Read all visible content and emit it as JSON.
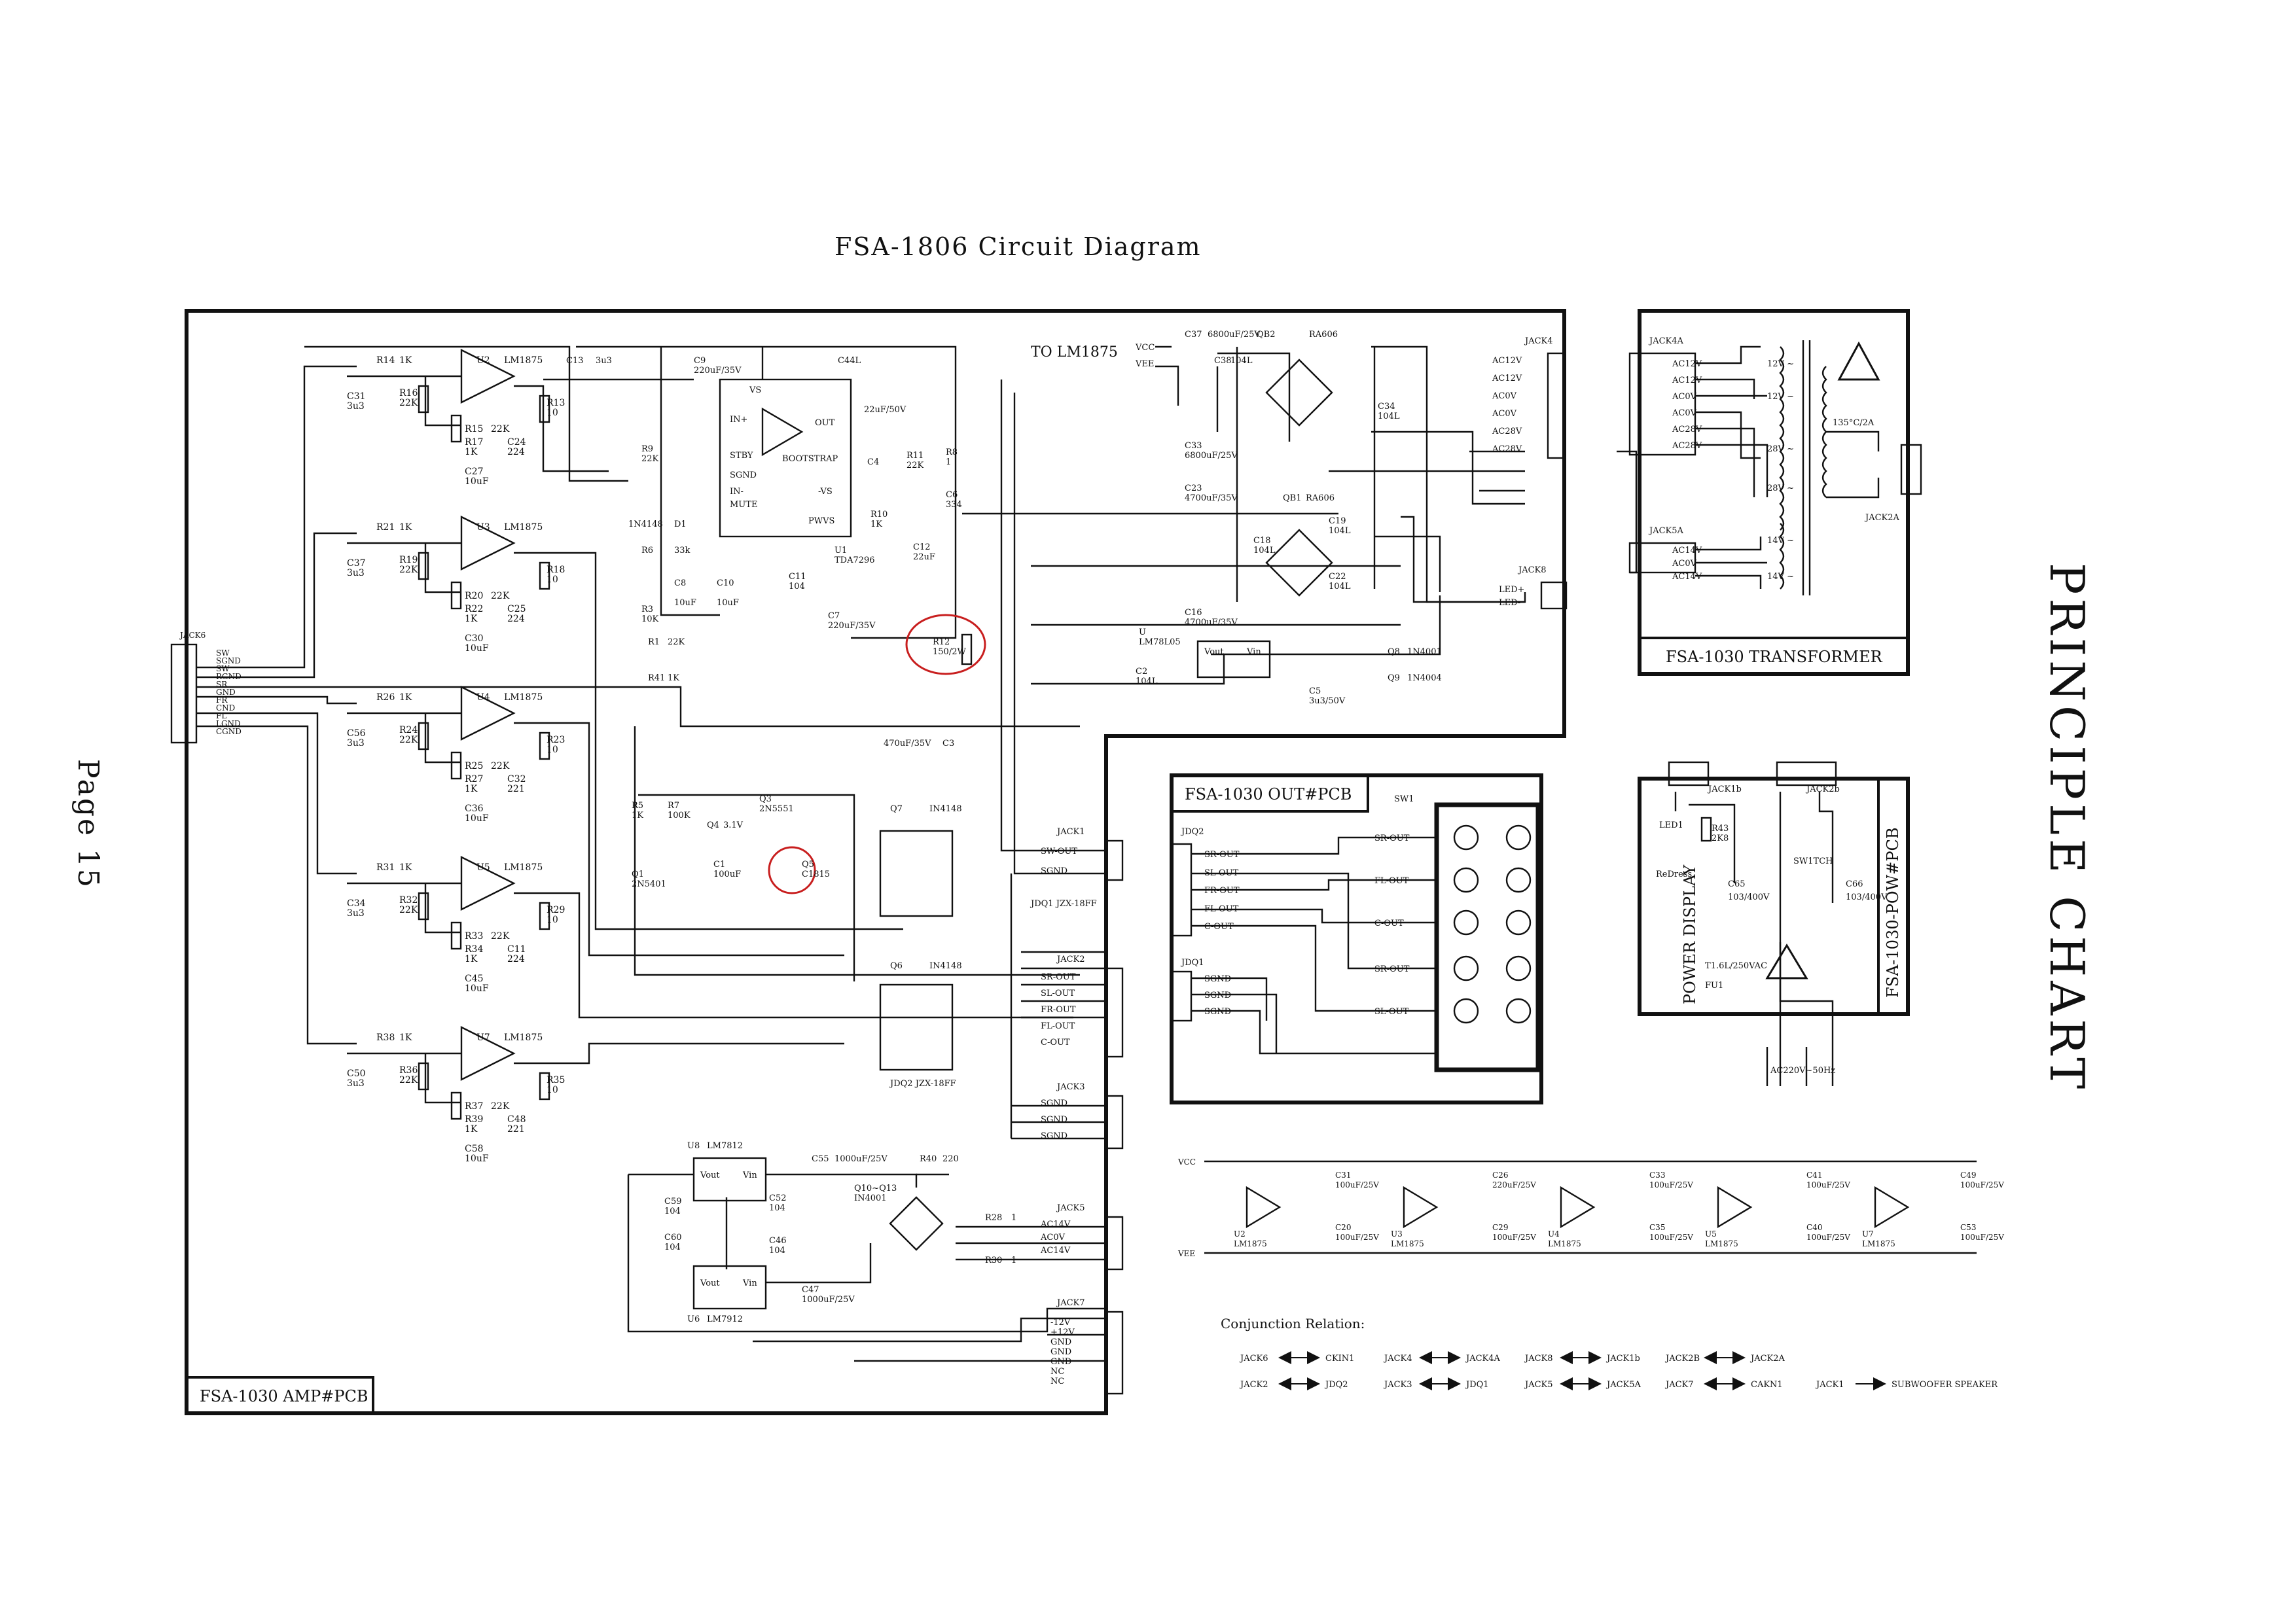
{
  "title": "FSA-1806   Circuit   Diagram",
  "page_label": "Page 15",
  "side_title": "PRINCIPLE CHART",
  "boards": {
    "amp": "FSA-1030   AMP#PCB",
    "out": "FSA-1030   OUT#PCB",
    "transformer": "FSA-1030   TRANSFORMER",
    "power": "FSA-1030-POW#PCB",
    "power_display": "POWER   DISPLAY"
  },
  "top_note": "TO   LM1875",
  "opamps": [
    {
      "ref": "U2",
      "part": "LM1875",
      "cin": "C31",
      "cin_v": "3u3",
      "r_in": "R14",
      "r_in_v": "1K",
      "r_a": "R16",
      "r_a_v": "22K",
      "r_fb": "R15",
      "r_fb_v": "22K",
      "r_c": "R17",
      "r_c_v": "1K",
      "cap": "C27",
      "cap_v": "10uF",
      "r_out": "R13",
      "r_out_v": "10",
      "c_out": "C24",
      "c_out_v": "224"
    },
    {
      "ref": "U3",
      "part": "LM1875",
      "cin": "C37",
      "cin_v": "3u3",
      "r_in": "R21",
      "r_in_v": "1K",
      "r_a": "R19",
      "r_a_v": "22K",
      "r_fb": "R20",
      "r_fb_v": "22K",
      "r_c": "R22",
      "r_c_v": "1K",
      "cap": "C30",
      "cap_v": "10uF",
      "r_out": "R18",
      "r_out_v": "10",
      "c_out": "C25",
      "c_out_v": "224"
    },
    {
      "ref": "U4",
      "part": "LM1875",
      "cin": "C56",
      "cin_v": "3u3",
      "r_in": "R26",
      "r_in_v": "1K",
      "r_a": "R24",
      "r_a_v": "22K",
      "r_fb": "R25",
      "r_fb_v": "22K",
      "r_c": "R27",
      "r_c_v": "1K",
      "cap": "C36",
      "cap_v": "10uF",
      "r_out": "R23",
      "r_out_v": "10",
      "c_out": "C32",
      "c_out_v": "221"
    },
    {
      "ref": "U5",
      "part": "LM1875",
      "cin": "C34",
      "cin_v": "3u3",
      "r_in": "R31",
      "r_in_v": "1K",
      "r_a": "R32",
      "r_a_v": "22K",
      "r_fb": "R33",
      "r_fb_v": "22K",
      "r_c": "R34",
      "r_c_v": "1K",
      "cap": "C45",
      "cap_v": "10uF",
      "r_out": "R29",
      "r_out_v": "10",
      "c_out": "C11",
      "c_out_v": "224"
    },
    {
      "ref": "U7",
      "part": "LM1875",
      "cin": "C50",
      "cin_v": "3u3",
      "r_in": "R38",
      "r_in_v": "1K",
      "r_a": "R36",
      "r_a_v": "22K",
      "r_fb": "R37",
      "r_fb_v": "22K",
      "r_c": "R39",
      "r_c_v": "1K",
      "cap": "C58",
      "cap_v": "10uF",
      "r_out": "R35",
      "r_out_v": "10",
      "c_out": "C48",
      "c_out_v": "221"
    }
  ],
  "jack6": {
    "name": "JACK6",
    "pins": [
      "SW",
      "SGND",
      "SW",
      "RGND",
      "SR",
      "GND",
      "FR",
      "CND",
      "FL",
      "LGND",
      "CGND"
    ]
  },
  "main_ic": {
    "ref": "U1",
    "part": "TDA7296",
    "pins": [
      "IN+",
      "IN-",
      "OUT",
      "BOOTSTRAP",
      "MUTE",
      "STBY",
      "SGND",
      "VS",
      "-VS",
      "PWVS"
    ],
    "c9": "C9",
    "c9_v": "220uF/35V",
    "c13": "C13",
    "c13_v": "3u3",
    "c8": "C8",
    "c8_v": "10uF",
    "c10": "C10",
    "c10_v": "10uF",
    "c11": "C11",
    "c11_v": "104",
    "c7": "C7",
    "c7_v": "220uF/35V",
    "c4": "C4",
    "c4_v": "22uF/50V",
    "c12": "C12",
    "c12_v": "22uF",
    "c6": "C6",
    "c6_v": "334",
    "r11": "R11",
    "r11_v": "22K",
    "r8": "R8",
    "r8_v": "1",
    "r10": "R10",
    "r10_v": "1K",
    "r9": "R9",
    "r9_v": "22K",
    "r6": "R6",
    "r6_v": "33k",
    "r3": "R3",
    "r3_v": "10K",
    "r1": "R1",
    "r1_v": "22K",
    "r41": "R41",
    "r41_v": "1K",
    "d1": "D1",
    "d1_v": "1N4148",
    "c44": "C44L"
  },
  "r12": {
    "ref": "R12",
    "value": "150/2W"
  },
  "power_section": {
    "c37": "C37",
    "c37_v": "6800uF/25V",
    "c38": "C38",
    "c38_v": "104L",
    "qb2": "QB2",
    "qb2_v": "RA606",
    "c34": "C34",
    "c34_v": "104L",
    "c33": "C33",
    "c33_v": "6800uF/25V",
    "c23": "C23",
    "c23_v": "4700uF/35V",
    "qb1": "QB1",
    "qb1_v": "RA606",
    "c19": "C19",
    "c19_v": "104L",
    "c18": "C18",
    "c18_v": "104L",
    "c22": "C22",
    "c22_v": "104L",
    "c16": "C16",
    "c16_v": "4700uF/35V",
    "u": "U",
    "u_v": "LM78L05",
    "c2": "C2",
    "c2_v": "104L",
    "c5": "C5",
    "c5_v": "3u3/50V",
    "q8": "Q8",
    "q8_v": "1N4001",
    "q9": "Q9",
    "q9_v": "1N4004",
    "vcc": "VCC",
    "vee": "VEE"
  },
  "jack4": {
    "name": "JACK4",
    "pins": [
      "AC12V",
      "AC12V",
      "AC0V",
      "AC0V",
      "AC28V",
      "AC28V"
    ]
  },
  "jack8": {
    "name": "JACK8",
    "pins": [
      "LED+",
      "LED-"
    ]
  },
  "protection": {
    "c3": "C3",
    "c3_v": "470uF/35V",
    "r5": "R5",
    "r5_v": "1K",
    "r7": "R7",
    "r7_v": "100K",
    "q1": "Q1",
    "q1_v": "2N5401",
    "q4": "Q4",
    "q4_v": "3.1V",
    "c1": "C1",
    "c1_v": "100uF",
    "q3": "Q3",
    "q3_v": "2N5551",
    "q5": "Q5",
    "q5_v": "C1815",
    "q7": "Q7",
    "q7_v": "IN4148",
    "q6": "Q6",
    "q6_v": "IN4148",
    "jdq1": "JDQ1 JZX-18FF",
    "jdq2": "JDQ2 JZX-18FF"
  },
  "jack1": {
    "name": "JACK1",
    "pins": [
      "SW-OUT",
      "SGND"
    ]
  },
  "jack2": {
    "name": "JACK2",
    "pins": [
      "SR-OUT",
      "SL-OUT",
      "FR-OUT",
      "FL-OUT",
      "C-OUT"
    ]
  },
  "jack3": {
    "name": "JACK3",
    "pins": [
      "SGND",
      "SGND",
      "SGND"
    ]
  },
  "jack5": {
    "name": "JACK5",
    "pins": [
      "AC14V",
      "AC0V",
      "AC14V"
    ]
  },
  "jack7": {
    "name": "JACK7",
    "pins": [
      "-12V",
      "+12V",
      "GND",
      "GND",
      "GND",
      "NC",
      "NC"
    ]
  },
  "reg_section": {
    "u8": "U8",
    "u8_v": "LM7812",
    "u6": "U6",
    "u6_v": "LM7912",
    "c59": "C59",
    "c59_v": "104",
    "c60": "C60",
    "c60_v": "104",
    "c52": "C52",
    "c52_v": "104",
    "c46": "C46",
    "c46_v": "104",
    "c55": "C55",
    "c55_v": "1000uF/25V",
    "c47": "C47",
    "c47_v": "1000uF/25V",
    "q10": "Q10~Q13",
    "q10_v": "IN4001",
    "r40": "R40",
    "r40_v": "220",
    "r28": "R28",
    "r28_v": "1",
    "r30": "R30",
    "r30_v": "1",
    "vout": "Vout",
    "vin": "Vin"
  },
  "out_pcb": {
    "jdq2": "JDQ2",
    "jdq1": "JDQ1",
    "sw1": "SW1",
    "pins_a": [
      "SR-OUT",
      "SL-OUT",
      "FR-OUT",
      "FL-OUT",
      "C-OUT"
    ],
    "pins_b": [
      "SGND",
      "SGND",
      "SGND"
    ],
    "wires": [
      "SR-OUT",
      "FL-OUT",
      "C-OUT",
      "SR-OUT",
      "SL-OUT"
    ]
  },
  "transformer": {
    "jack4a": "JACK4A",
    "jack5a": "JACK5A",
    "jack2a": "JACK2A",
    "fuse": "135°C/2A",
    "pins_a": [
      "AC12V",
      "AC12V",
      "AC0V",
      "AC0V",
      "AC28V",
      "AC28V"
    ],
    "pins_b": [
      "AC14V",
      "AC0V",
      "AC14V"
    ],
    "taps": [
      "12V ~",
      "12V ~",
      "28V ~",
      "28V ~",
      "14V ~",
      "14V ~"
    ]
  },
  "power_pcb": {
    "jack1b": "JACK1b",
    "jack2b": "JACK2b",
    "led": "LED1",
    "r43": "R43",
    "r43_v": "2K8",
    "c65": "C65",
    "c65_v": "103/400V",
    "c66": "C66",
    "c66_v": "103/400V",
    "sw": "SW1TCH",
    "fuse": "T1.6L/250VAC",
    "fu": "FU1",
    "ac": "AC220V~50Hz",
    "redress": "ReDress"
  },
  "psu_bank": {
    "vcc": "VCC",
    "vee": "VEE",
    "items": [
      {
        "ic": "U2",
        "ic_v": "LM1875",
        "c_top": "C31",
        "c_top_v": "100uF/25V",
        "c_bot": "C20",
        "c_bot_v": "100uF/25V"
      },
      {
        "ic": "U3",
        "ic_v": "LM1875",
        "c_top": "C26",
        "c_top_v": "220uF/25V",
        "c_bot": "C29",
        "c_bot_v": "100uF/25V"
      },
      {
        "ic": "U4",
        "ic_v": "LM1875",
        "c_top": "C33",
        "c_top_v": "100uF/25V",
        "c_bot": "C35",
        "c_bot_v": "100uF/25V"
      },
      {
        "ic": "U5",
        "ic_v": "LM1875",
        "c_top": "C41",
        "c_top_v": "100uF/25V",
        "c_bot": "C40",
        "c_bot_v": "100uF/25V"
      },
      {
        "ic": "U7",
        "ic_v": "LM1875",
        "c_top": "C49",
        "c_top_v": "100uF/25V",
        "c_bot": "C53",
        "c_bot_v": "100uF/25V"
      }
    ]
  },
  "conjunction": {
    "title": "Conjunction Relation:",
    "pairs": [
      [
        "JACK6",
        "CKIN1"
      ],
      [
        "JACK4",
        "JACK4A"
      ],
      [
        "JACK8",
        "JACK1b"
      ],
      [
        "JACK2B",
        "JACK2A"
      ],
      [
        "JACK2",
        "JDQ2"
      ],
      [
        "JACK3",
        "JDQ1"
      ],
      [
        "JACK5",
        "JACK5A"
      ],
      [
        "JACK7",
        "CAKN1"
      ],
      [
        "JACK1",
        "SUBWOOFER  SPEAKER"
      ]
    ]
  },
  "colors": {
    "ink": "#111111",
    "annotation": "#c81e1e",
    "paper": "#ffffff"
  }
}
